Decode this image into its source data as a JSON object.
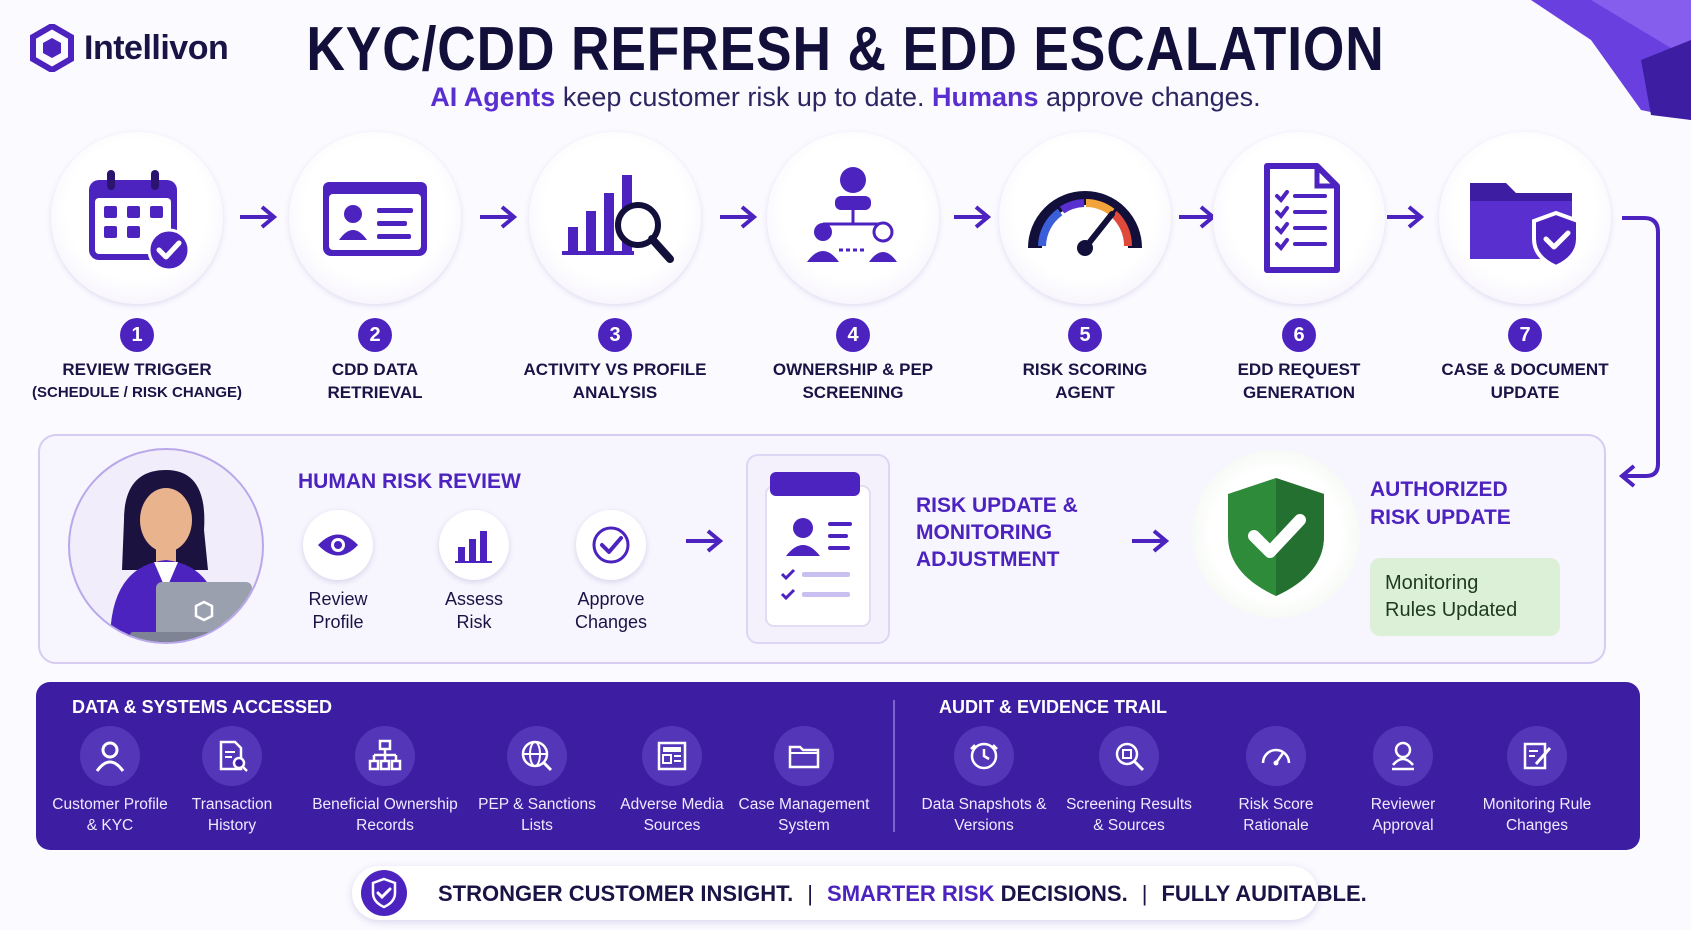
{
  "brand": {
    "name": "Intellivon"
  },
  "title": "KYC/CDD REFRESH & EDD ESCALATION",
  "subtitle": {
    "part1": "AI Agents",
    "part2": " keep customer risk up to date. ",
    "part3": "Humans",
    "part4": " approve changes."
  },
  "steps": [
    {
      "num": "1",
      "line1": "REVIEW TRIGGER",
      "line2": "(SCHEDULE / RISK CHANGE)",
      "icon": "calendar-check-icon"
    },
    {
      "num": "2",
      "line1": "CDD DATA",
      "line2": "RETRIEVAL",
      "icon": "id-card-icon"
    },
    {
      "num": "3",
      "line1": "ACTIVITY VS PROFILE",
      "line2": "ANALYSIS",
      "icon": "chart-magnifier-icon"
    },
    {
      "num": "4",
      "line1": "OWNERSHIP & PEP",
      "line2": "SCREENING",
      "icon": "ownership-network-icon"
    },
    {
      "num": "5",
      "line1": "RISK SCORING",
      "line2": "AGENT",
      "icon": "gauge-icon"
    },
    {
      "num": "6",
      "line1": "EDD REQUEST",
      "line2": "GENERATION",
      "icon": "checklist-document-icon"
    },
    {
      "num": "7",
      "line1": "CASE & DOCUMENT",
      "line2": "UPDATE",
      "icon": "folder-shield-icon"
    }
  ],
  "human_review": {
    "heading": "HUMAN RISK REVIEW",
    "actions": [
      {
        "line1": "Review",
        "line2": "Profile",
        "icon": "eye-icon"
      },
      {
        "line1": "Assess",
        "line2": "Risk",
        "icon": "bar-chart-icon"
      },
      {
        "line1": "Approve",
        "line2": "Changes",
        "icon": "check-icon"
      }
    ],
    "update": {
      "line1": "RISK UPDATE &",
      "line2": "MONITORING",
      "line3": "ADJUSTMENT"
    },
    "authorized": {
      "line1": "AUTHORIZED",
      "line2": "RISK UPDATE"
    },
    "badge": {
      "line1": "Monitoring",
      "line2": "Rules Updated"
    }
  },
  "data_systems": {
    "heading": "DATA & SYSTEMS ACCESSED",
    "items": [
      {
        "line1": "Customer Profile",
        "line2": "& KYC",
        "icon": "user-icon"
      },
      {
        "line1": "Transaction",
        "line2": "History",
        "icon": "document-search-icon"
      },
      {
        "line1": "Beneficial Ownership",
        "line2": "Records",
        "icon": "org-chart-icon"
      },
      {
        "line1": "PEP & Sanctions",
        "line2": "Lists",
        "icon": "globe-search-icon"
      },
      {
        "line1": "Adverse Media",
        "line2": "Sources",
        "icon": "newspaper-icon"
      },
      {
        "line1": "Case Management",
        "line2": "System",
        "icon": "folder-icon"
      }
    ]
  },
  "audit_trail": {
    "heading": "AUDIT & EVIDENCE TRAIL",
    "items": [
      {
        "line1": "Data Snapshots &",
        "line2": "Versions",
        "icon": "snapshot-clock-icon"
      },
      {
        "line1": "Screening Results",
        "line2": "& Sources",
        "icon": "screen-search-icon"
      },
      {
        "line1": "Risk Score",
        "line2": "Rationale",
        "icon": "gauge-icon"
      },
      {
        "line1": "Reviewer",
        "line2": "Approval",
        "icon": "reviewer-icon"
      },
      {
        "line1": "Monitoring Rule",
        "line2": "Changes",
        "icon": "edit-document-icon"
      }
    ]
  },
  "footer": {
    "part1": "STRONGER CUSTOMER INSIGHT.",
    "sep1": "|",
    "part2": "SMARTER RISK",
    "part3": " DECISIONS.",
    "sep2": "|",
    "part4": "FULLY AUDITABLE."
  },
  "colors": {
    "primary": "#4d23c0",
    "dark": "#12103a",
    "bar": "#3d1ea3",
    "green": "#2e8b3a",
    "badge_bg": "#dcf0d8"
  }
}
